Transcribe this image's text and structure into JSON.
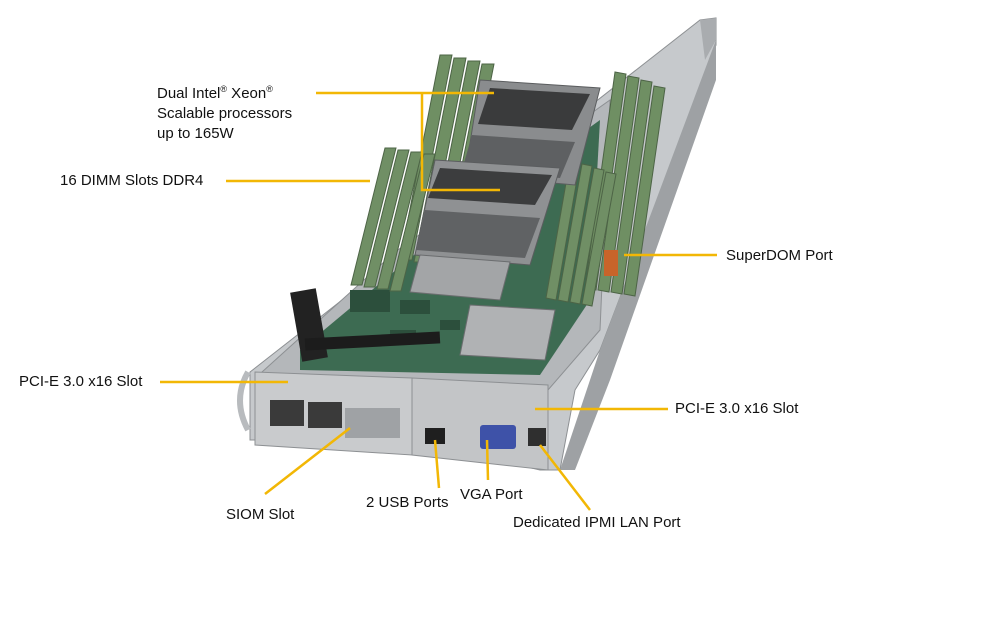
{
  "labels": {
    "processors": {
      "line1_a": "Dual Intel",
      "line1_reg1": "®",
      "line1_b": " Xeon",
      "line1_reg2": "®",
      "line2": "Scalable processors",
      "line3": "up to 165W"
    },
    "dimm": "16 DIMM Slots DDR4",
    "superdom": "SuperDOM Port",
    "pcie_left": "PCI-E 3.0 x16 Slot",
    "pcie_right": "PCI-E 3.0 x16 Slot",
    "siom": "SIOM Slot",
    "usb": "2 USB Ports",
    "vga": "VGA Port",
    "ipmi": "Dedicated IPMI LAN Port"
  },
  "colors": {
    "leader": "#f2b705",
    "chassis": "#b9bcbf",
    "pcb": "#3d6b52",
    "heatsink": "#8a8c8e",
    "dimm": "#6f8f63"
  }
}
